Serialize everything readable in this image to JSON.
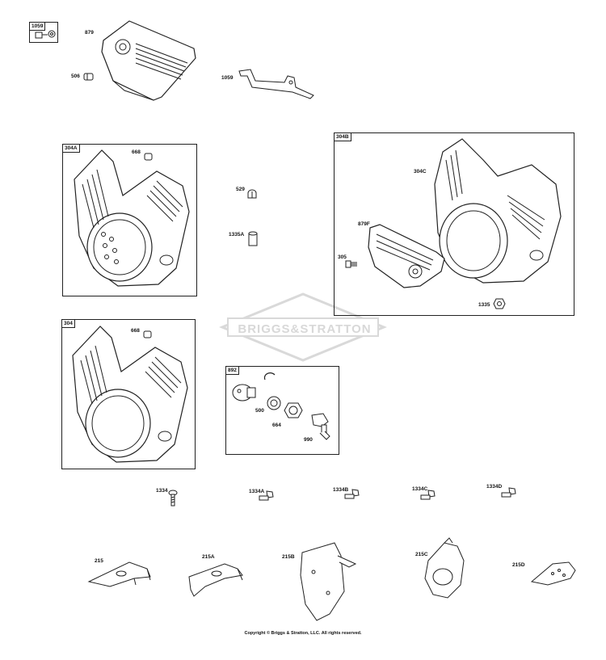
{
  "watermark": "BRIGGS&STRATTON",
  "copyright": "Copyright © Briggs & Stratton, LLC. All rights reserved.",
  "kit_boxes": {
    "k1059": "1059",
    "k304a": "304A",
    "k304b": "304B",
    "k304": "304",
    "k892": "892"
  },
  "labels": {
    "p879": "879",
    "p506": "506",
    "p1059": "1059",
    "p668a": "668",
    "p529": "529",
    "p1335a": "1335A",
    "p304c": "304C",
    "p879f": "879F",
    "p305": "305",
    "p1335": "1335",
    "p668b": "668",
    "p500": "500",
    "p664": "664",
    "p990": "990",
    "p1334": "1334",
    "p1334a": "1334A",
    "p1334b": "1334B",
    "p1334c": "1334C",
    "p1334d": "1334D",
    "p215": "215",
    "p215a": "215A",
    "p215b": "215B",
    "p215c": "215C",
    "p215d": "215D"
  }
}
